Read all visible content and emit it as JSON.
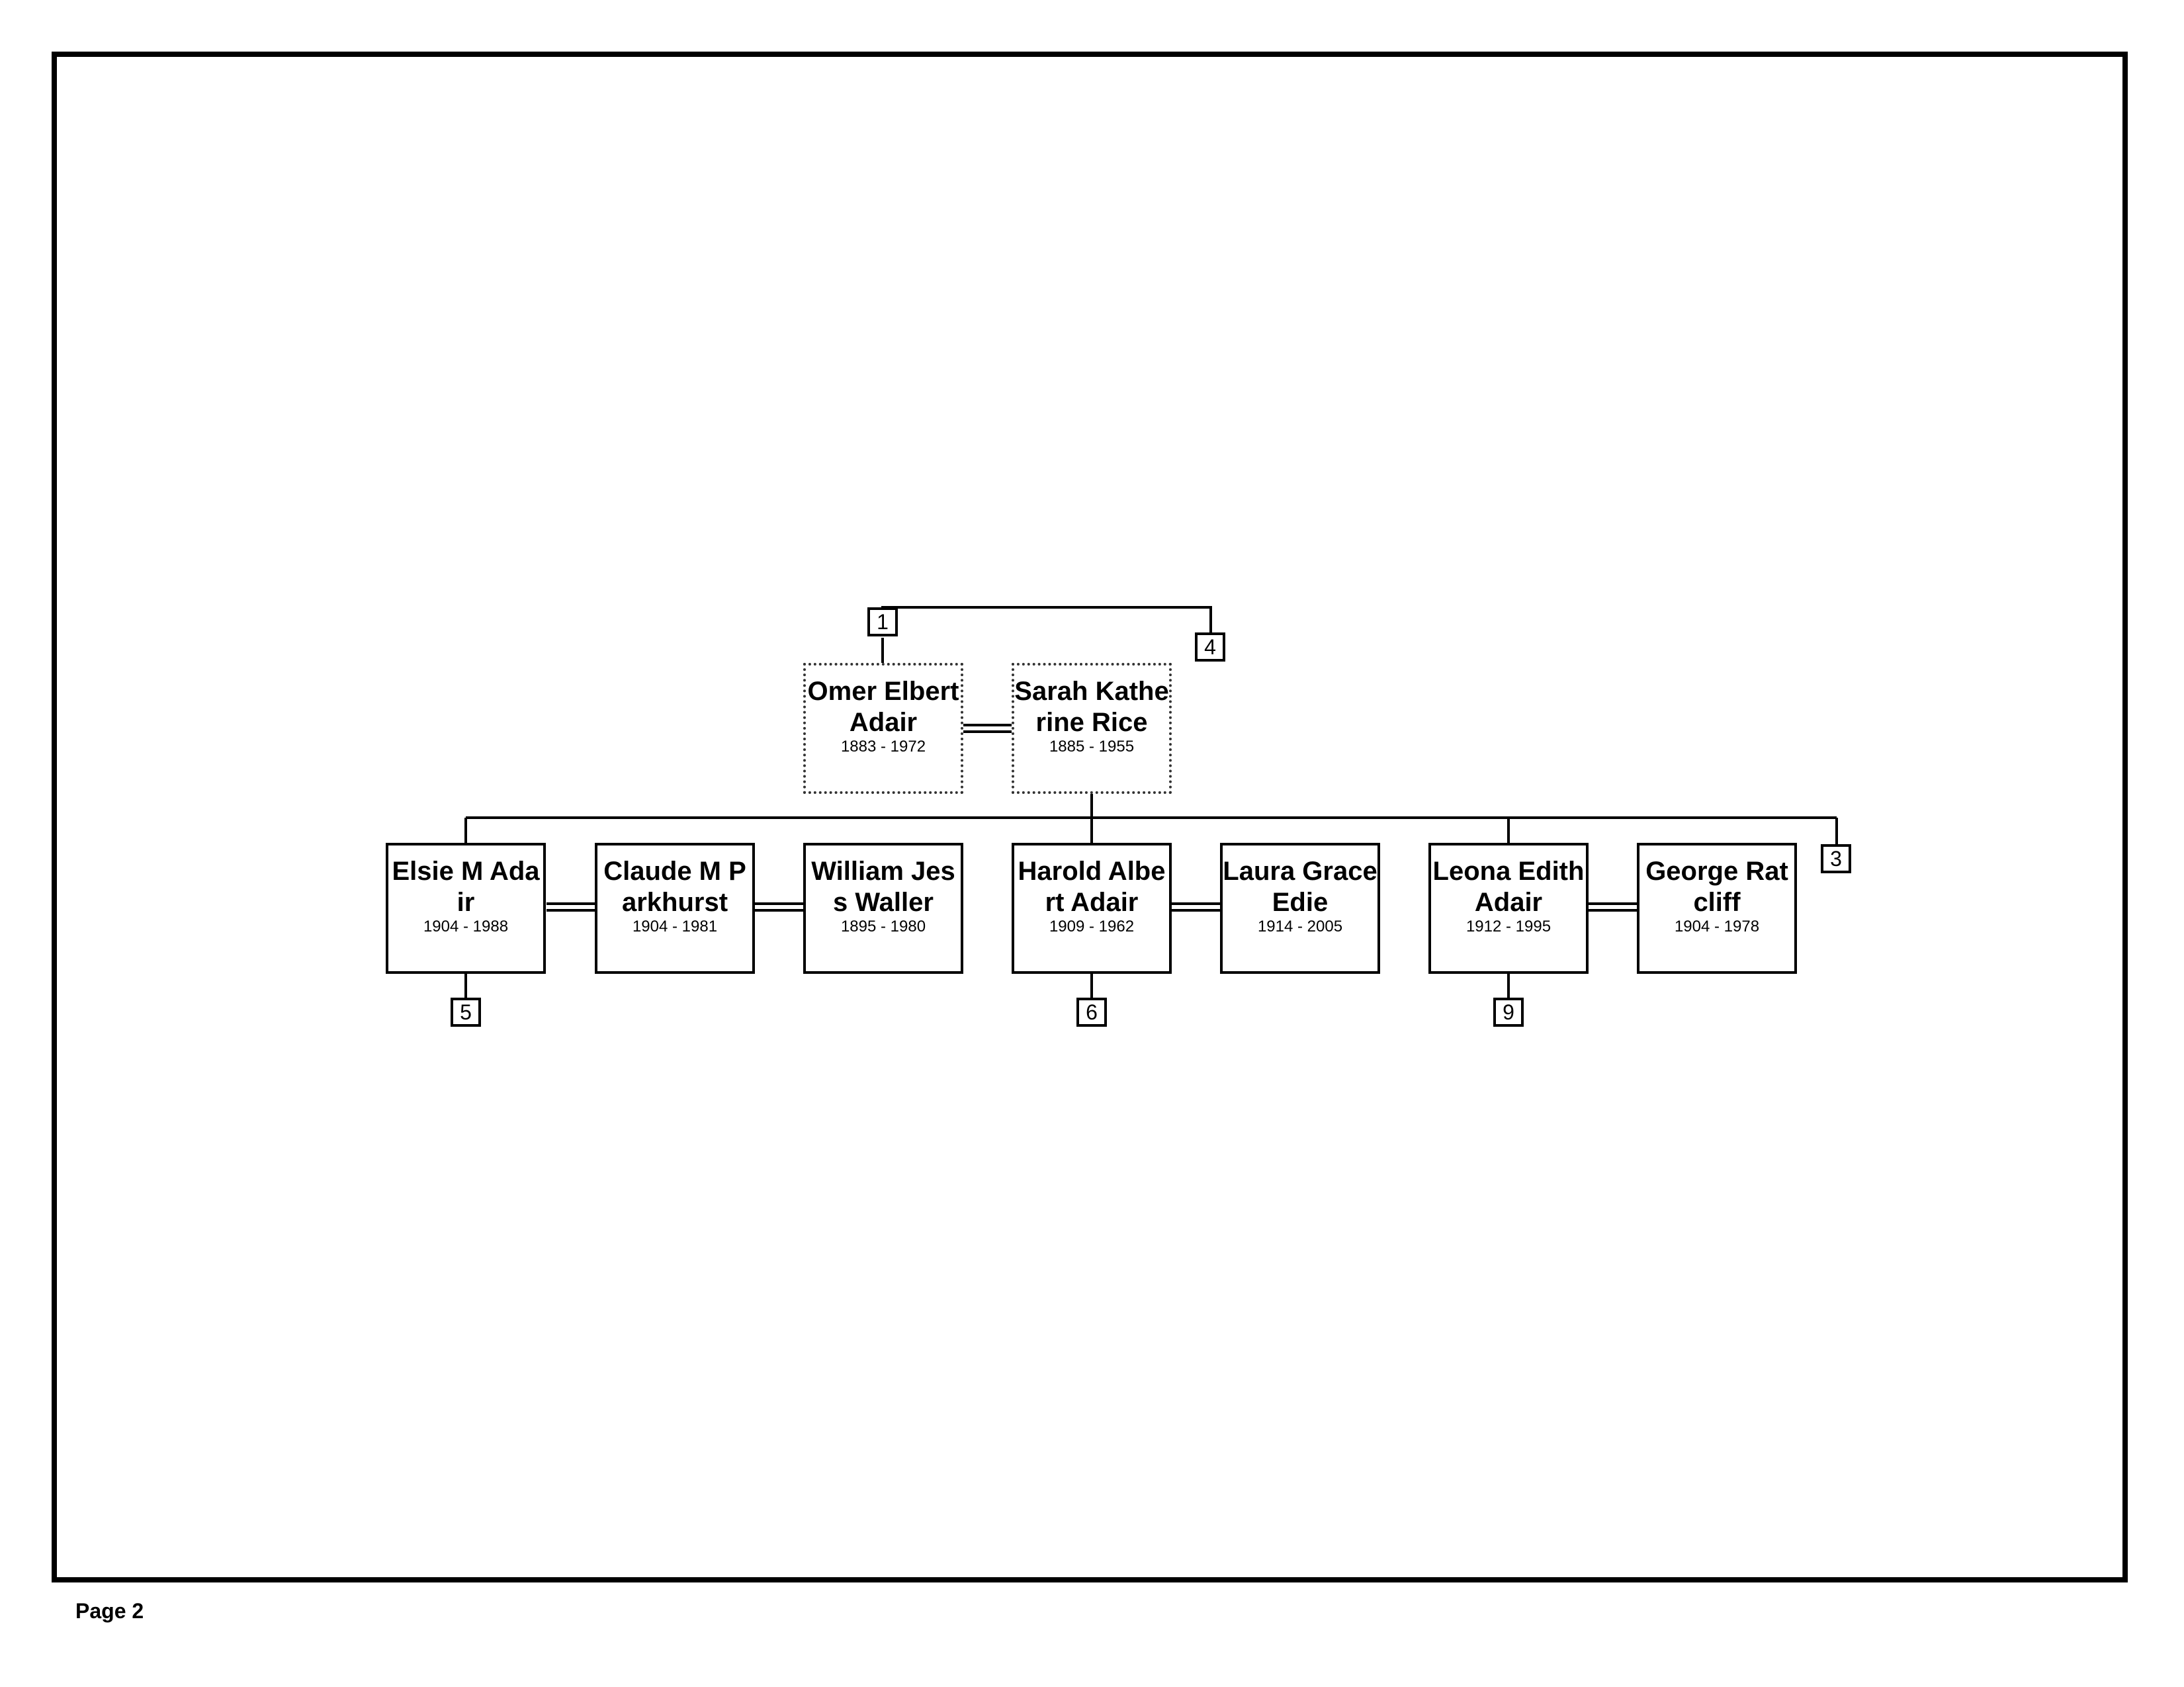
{
  "footer": {
    "page_label": "Page 2"
  },
  "people": {
    "omer": {
      "name": "Omer Elbert Adair",
      "dates": "1883 - 1972"
    },
    "sarah": {
      "name": "Sarah Katherine Rice",
      "dates": "1885 - 1955"
    },
    "elsie": {
      "name": "Elsie M Adair",
      "dates": "1904 - 1988"
    },
    "claude": {
      "name": "Claude M Parkhurst",
      "dates": "1904 - 1981"
    },
    "william": {
      "name": "William Jess Waller",
      "dates": "1895 - 1980"
    },
    "harold": {
      "name": "Harold Albert Adair",
      "dates": "1909 - 1962"
    },
    "laura": {
      "name": "Laura Grace Edie",
      "dates": "1914 - 2005"
    },
    "leona": {
      "name": "Leona Edith Adair",
      "dates": "1912 - 1995"
    },
    "george": {
      "name": "George Ratcliff",
      "dates": "1904 - 1978"
    }
  },
  "refs": {
    "ref_1": "1",
    "ref_4": "4",
    "ref_3": "3",
    "ref_5": "5",
    "ref_6": "6",
    "ref_9": "9"
  }
}
